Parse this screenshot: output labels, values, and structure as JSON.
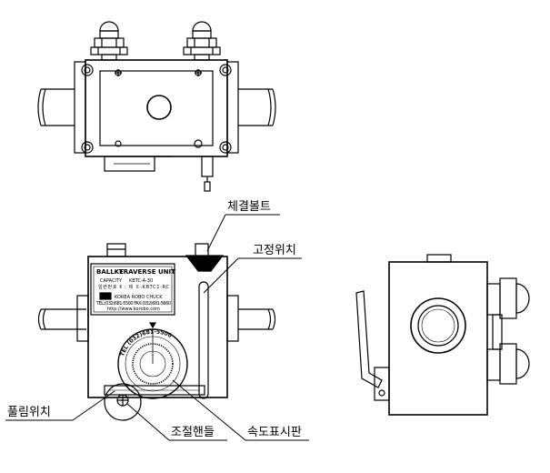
{
  "labels": {
    "fastening_bolt": "체결볼트",
    "fixed_position": "고정위치",
    "release_position": "풀림위치",
    "adjust_handle": "조절핸들",
    "speed_indicator": "속도표시판"
  },
  "nameplate": {
    "brand": "BALLKE",
    "title": "TRAVERSE UNIT",
    "capacity_label": "CAPACITY",
    "capacity_value": "KBTC-A-30",
    "serial": "일련번호 Ⅱ : 제 ㅍ-KBTC1-RC",
    "maker": "KOREA ROBO CHUCK",
    "phone": "TEL:(032)681-5500  FAX:(032)681-5660",
    "url": "http://www.korobo.com"
  },
  "dial": {
    "ticks": "TEL (032)681-5500"
  }
}
